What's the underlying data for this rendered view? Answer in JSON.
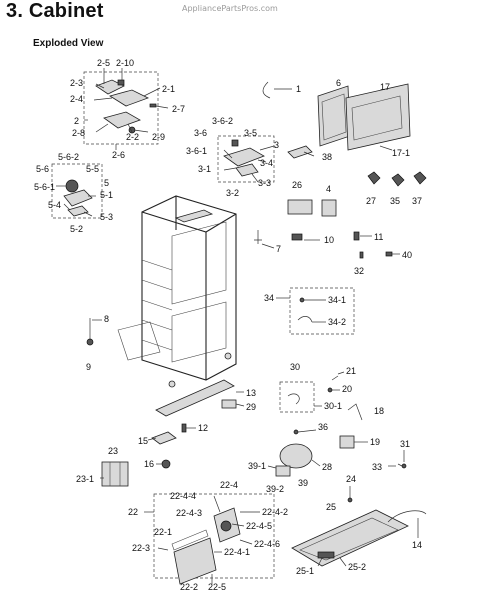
{
  "header": {
    "section_title": "3.  Cabinet",
    "watermark": "AppliancePartsPros.com",
    "subtitle": "Exploded View"
  },
  "callouts": [
    {
      "id": "c-2-5",
      "text": "2-5"
    },
    {
      "id": "c-2-10",
      "text": "2-10"
    },
    {
      "id": "c-2-3",
      "text": "2-3"
    },
    {
      "id": "c-2-1",
      "text": "2-1"
    },
    {
      "id": "c-2-4",
      "text": "2-4"
    },
    {
      "id": "c-2-7",
      "text": "2-7"
    },
    {
      "id": "c-2",
      "text": "2"
    },
    {
      "id": "c-2-8",
      "text": "2-8"
    },
    {
      "id": "c-2-2",
      "text": "2-2"
    },
    {
      "id": "c-2-9",
      "text": "2-9"
    },
    {
      "id": "c-2-6",
      "text": "2-6"
    },
    {
      "id": "c-1",
      "text": "1"
    },
    {
      "id": "c-6",
      "text": "6"
    },
    {
      "id": "c-17",
      "text": "17"
    },
    {
      "id": "c-17-1",
      "text": "17-1"
    },
    {
      "id": "c-3-6-2",
      "text": "3-6-2"
    },
    {
      "id": "c-3-6",
      "text": "3-6"
    },
    {
      "id": "c-3-5",
      "text": "3-5"
    },
    {
      "id": "c-3",
      "text": "3"
    },
    {
      "id": "c-3-6-1",
      "text": "3-6-1"
    },
    {
      "id": "c-38",
      "text": "38"
    },
    {
      "id": "c-3-4",
      "text": "3-4"
    },
    {
      "id": "c-3-1",
      "text": "3-1"
    },
    {
      "id": "c-3-3",
      "text": "3-3"
    },
    {
      "id": "c-3-2",
      "text": "3-2"
    },
    {
      "id": "c-5-6-2",
      "text": "5-6-2"
    },
    {
      "id": "c-5-6",
      "text": "5-6"
    },
    {
      "id": "c-5-5",
      "text": "5-5"
    },
    {
      "id": "c-5-6-1",
      "text": "5-6-1"
    },
    {
      "id": "c-5",
      "text": "5"
    },
    {
      "id": "c-5-1",
      "text": "5-1"
    },
    {
      "id": "c-5-4",
      "text": "5-4"
    },
    {
      "id": "c-5-3",
      "text": "5-3"
    },
    {
      "id": "c-5-2",
      "text": "5-2"
    },
    {
      "id": "c-26",
      "text": "26"
    },
    {
      "id": "c-4",
      "text": "4"
    },
    {
      "id": "c-27",
      "text": "27"
    },
    {
      "id": "c-35",
      "text": "35"
    },
    {
      "id": "c-37",
      "text": "37"
    },
    {
      "id": "c-10",
      "text": "10"
    },
    {
      "id": "c-11",
      "text": "11"
    },
    {
      "id": "c-7",
      "text": "7"
    },
    {
      "id": "c-32",
      "text": "32"
    },
    {
      "id": "c-40",
      "text": "40"
    },
    {
      "id": "c-34",
      "text": "34"
    },
    {
      "id": "c-34-1",
      "text": "34-1"
    },
    {
      "id": "c-34-2",
      "text": "34-2"
    },
    {
      "id": "c-8",
      "text": "8"
    },
    {
      "id": "c-9",
      "text": "9"
    },
    {
      "id": "c-30",
      "text": "30"
    },
    {
      "id": "c-21",
      "text": "21"
    },
    {
      "id": "c-20",
      "text": "20"
    },
    {
      "id": "c-30-1",
      "text": "30-1"
    },
    {
      "id": "c-18",
      "text": "18"
    },
    {
      "id": "c-13",
      "text": "13"
    },
    {
      "id": "c-29",
      "text": "29"
    },
    {
      "id": "c-12",
      "text": "12"
    },
    {
      "id": "c-15",
      "text": "15"
    },
    {
      "id": "c-16",
      "text": "16"
    },
    {
      "id": "c-36",
      "text": "36"
    },
    {
      "id": "c-19",
      "text": "19"
    },
    {
      "id": "c-31",
      "text": "31"
    },
    {
      "id": "c-39-1",
      "text": "39-1"
    },
    {
      "id": "c-28",
      "text": "28"
    },
    {
      "id": "c-33",
      "text": "33"
    },
    {
      "id": "c-39",
      "text": "39"
    },
    {
      "id": "c-39-2",
      "text": "39-2"
    },
    {
      "id": "c-23",
      "text": "23"
    },
    {
      "id": "c-23-1",
      "text": "23-1"
    },
    {
      "id": "c-24",
      "text": "24"
    },
    {
      "id": "c-22-4",
      "text": "22-4"
    },
    {
      "id": "c-22-4-4",
      "text": "22-4-4"
    },
    {
      "id": "c-22",
      "text": "22"
    },
    {
      "id": "c-22-4-2",
      "text": "22-4-2"
    },
    {
      "id": "c-22-4-3",
      "text": "22-4-3"
    },
    {
      "id": "c-22-4-5",
      "text": "22-4-5"
    },
    {
      "id": "c-22-1",
      "text": "22-1"
    },
    {
      "id": "c-22-4-6",
      "text": "22-4-6"
    },
    {
      "id": "c-22-4-1",
      "text": "22-4-1"
    },
    {
      "id": "c-22-3",
      "text": "22-3"
    },
    {
      "id": "c-22-2",
      "text": "22-2"
    },
    {
      "id": "c-22-5",
      "text": "22-5"
    },
    {
      "id": "c-25",
      "text": "25"
    },
    {
      "id": "c-14",
      "text": "14"
    },
    {
      "id": "c-25-1",
      "text": "25-1"
    },
    {
      "id": "c-25-2",
      "text": "25-2"
    }
  ]
}
